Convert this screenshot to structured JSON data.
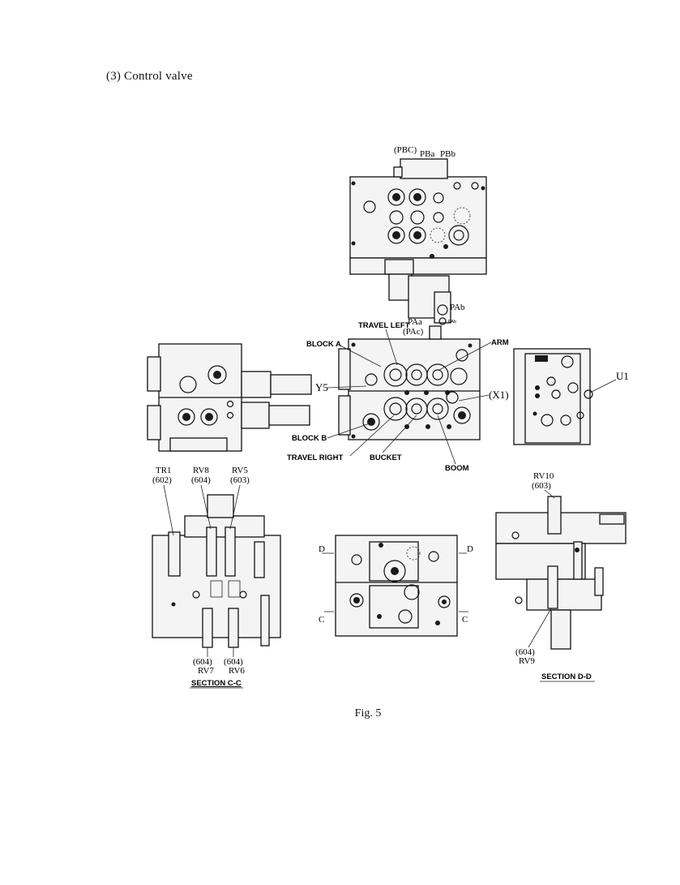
{
  "heading": "(3)  Control valve",
  "caption": "Fig. 5",
  "labels": {
    "pbc": "(PBC)",
    "pba": "PBa",
    "pbb": "PBb",
    "pab": "PAb",
    "pab_small": "PAb",
    "paa": "PAa",
    "pac": "(PAc)",
    "travel_left": "TRAVEL LEFT",
    "block_a": "BLOCK A",
    "arm": "ARM",
    "y5": "Y5",
    "x1": "(X1)",
    "u1": "U1",
    "block_b": "BLOCK B",
    "travel_right": "TRAVEL RIGHT",
    "bucket": "BUCKET",
    "boom": "BOOM",
    "tr1": "TR1",
    "tr1_code": "(602)",
    "rv8": "RV8",
    "rv8_code": "(604)",
    "rv5": "RV5",
    "rv5_code": "(603)",
    "rv7_code": "(604)",
    "rv7": "RV7",
    "rv6_code": "(604)",
    "rv6": "RV6",
    "section_cc": "SECTION C-C",
    "rv10": "RV10",
    "rv10_code": "(603)",
    "rv9_code": "(604)",
    "rv9": "RV9",
    "section_dd": "SECTION D-D",
    "sec_d_left": "D",
    "sec_d_right": "D",
    "sec_c_left": "C",
    "sec_c_right": "C"
  }
}
